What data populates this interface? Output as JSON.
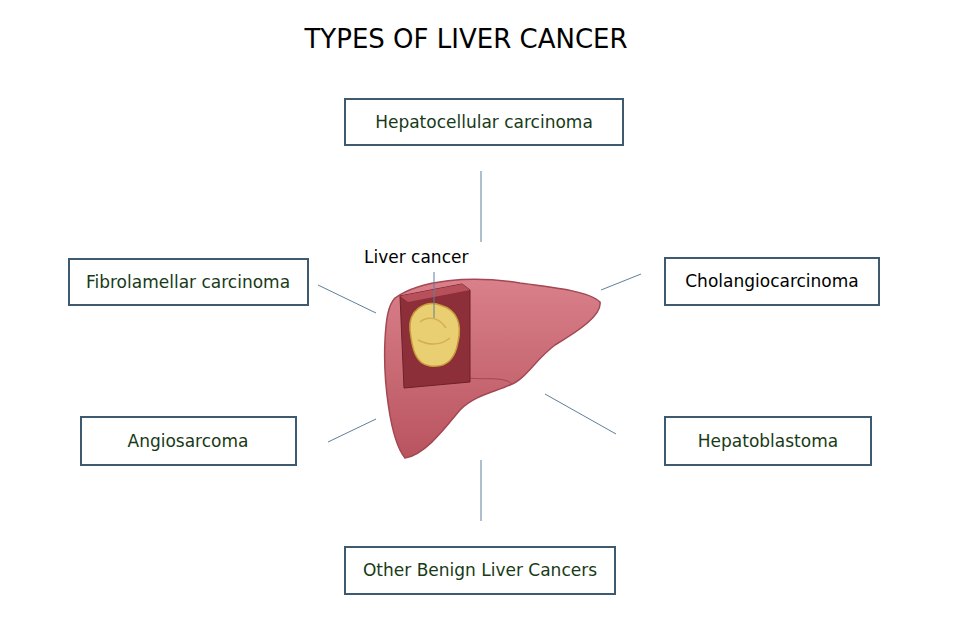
{
  "diagram": {
    "title": "TYPES OF LIVER CANCER",
    "nodes": [
      {
        "text": [
          "Hepatocellular carcinoma"
        ]
      },
      {
        "text": [
          "Fibrolamellar carcinoma"
        ]
      },
      {
        "text": [
          "Cholangiocarcinoma"
        ]
      },
      {
        "text": [
          "Angiosarcoma"
        ]
      },
      {
        "text": [
          "Hepatoblastoma"
        ]
      },
      {
        "text": [
          "Other Benign Liver Cancers"
        ]
      }
    ],
    "labels": [
      "Liver cancer"
    ]
  }
}
